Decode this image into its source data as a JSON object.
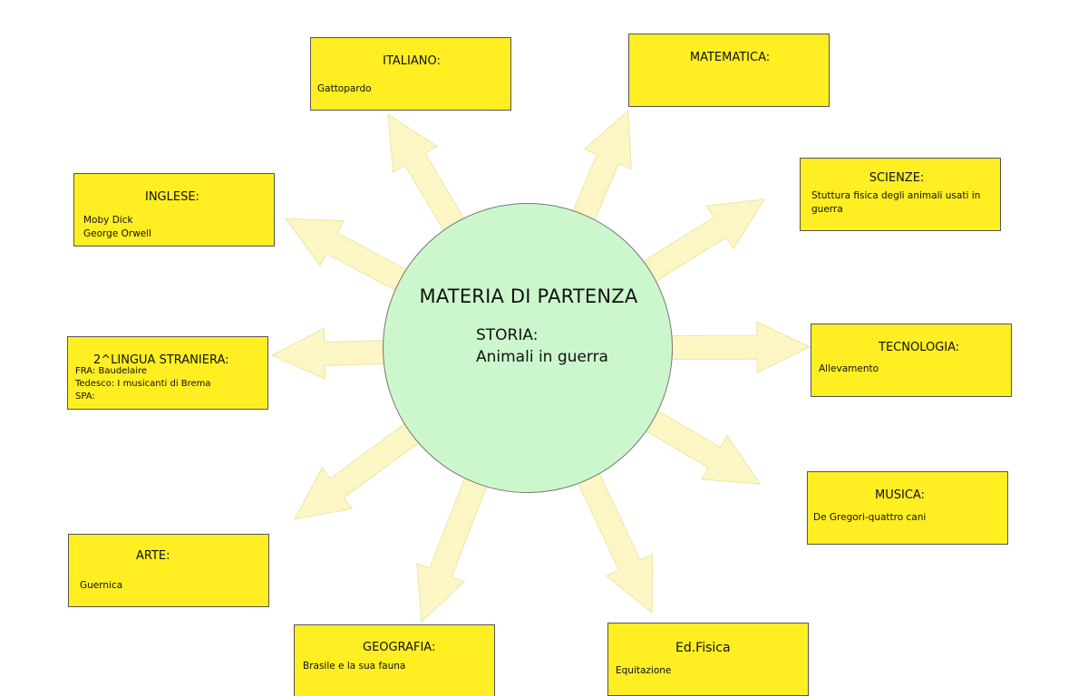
{
  "hub": {
    "title": "MATERIA DI PARTENZA",
    "subject": "STORIA:",
    "topic": "Animali in guerra"
  },
  "subjects": {
    "italiano": {
      "title": "ITALIANO:",
      "lines": [
        "Gattopardo"
      ]
    },
    "matematica": {
      "title": "MATEMATICA:",
      "lines": []
    },
    "scienze": {
      "title": "SCIENZE:",
      "lines": [
        "Stuttura fisica degli animali usati in",
        "guerra"
      ]
    },
    "tecnologia": {
      "title": "TECNOLOGIA:",
      "lines": [
        "Allevamento"
      ]
    },
    "musica": {
      "title": "MUSICA:",
      "lines": [
        "De Gregori-quattro cani"
      ]
    },
    "edfisica": {
      "title": "Ed.Fisica",
      "lines": [
        "Equitazione"
      ]
    },
    "geografia": {
      "title": "GEOGRAFIA:",
      "lines": [
        "Brasile e la sua fauna"
      ]
    },
    "arte": {
      "title": "ARTE:",
      "lines": [
        "Guernica"
      ]
    },
    "lingua2": {
      "title": "2^LINGUA STRANIERA:",
      "lines": [
        "FRA: Baudelaire",
        "Tedesco:  I musicanti di Brema",
        "SPA:"
      ]
    },
    "inglese": {
      "title": "INGLESE:",
      "lines": [
        "Moby Dick",
        "George Orwell"
      ]
    }
  },
  "colors": {
    "box_fill": "#ffee22",
    "hub_fill": "#ccf7cc",
    "arrow_fill": "#fbf6c4",
    "arrow_stroke": "#ece6a4"
  }
}
